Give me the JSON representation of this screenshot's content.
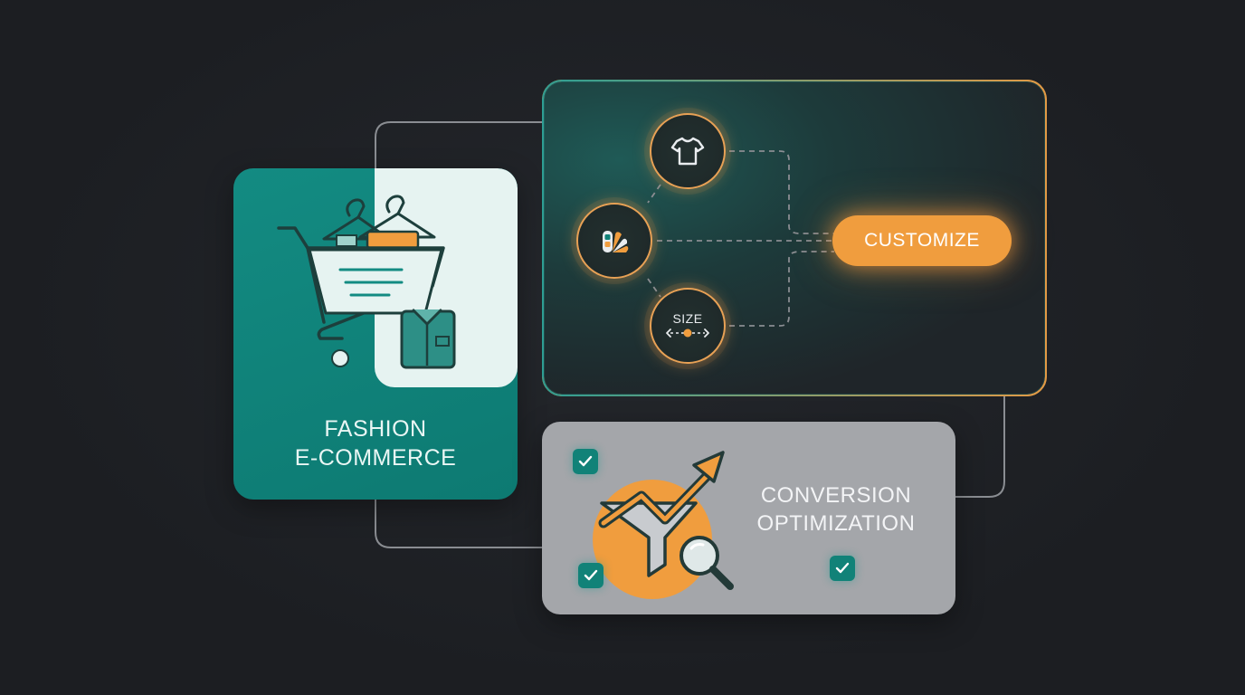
{
  "fashion_card": {
    "title_line1": "FASHION",
    "title_line2": "E-COMMERCE",
    "icons": [
      "shopping-cart-icon",
      "clothes-hanger-icon",
      "shirt-icon"
    ]
  },
  "customize_panel": {
    "options": [
      {
        "icon": "tshirt-icon"
      },
      {
        "icon": "color-palette-icon"
      },
      {
        "icon": "size-slider-icon",
        "label": "SIZE"
      }
    ],
    "button_label": "CUSTOMIZE"
  },
  "conversion_card": {
    "title_line1": "CONVERSION",
    "title_line2": "OPTIMIZATION",
    "icons": [
      "funnel-icon",
      "trend-up-arrow-icon",
      "magnifier-icon"
    ],
    "checkmarks": 3
  },
  "colors": {
    "background": "#1d1f23",
    "teal": "#118278",
    "orange": "#f09d3e",
    "light_gray": "#a4a6aa",
    "connector": "#8a8d92"
  }
}
